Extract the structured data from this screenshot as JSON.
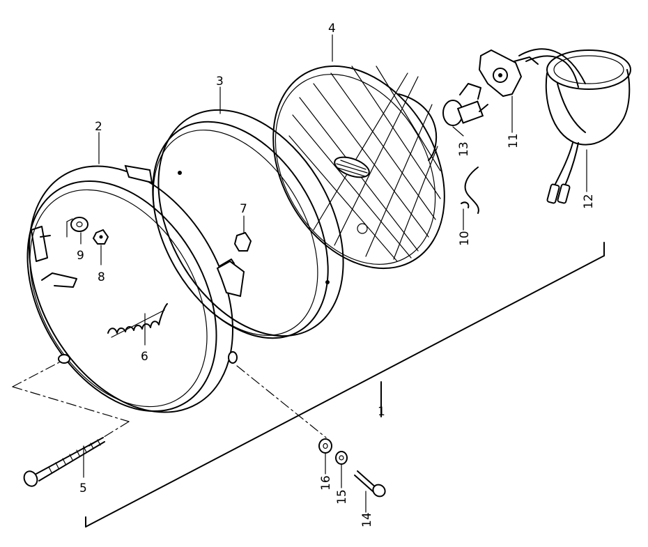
{
  "diagram": {
    "callouts": {
      "assembly": "1",
      "housing": "2",
      "rim": "3",
      "lens_unit": "4",
      "long_screw": "5",
      "spring": "6",
      "nut_7": "7",
      "nut_8": "8",
      "washer_9": "9",
      "clip_10": "10",
      "bulb_holder_11": "11",
      "socket_cap_12": "12",
      "bulb_13": "13",
      "short_screw_14": "14",
      "lock_washer_15": "15",
      "washer_16": "16"
    }
  }
}
